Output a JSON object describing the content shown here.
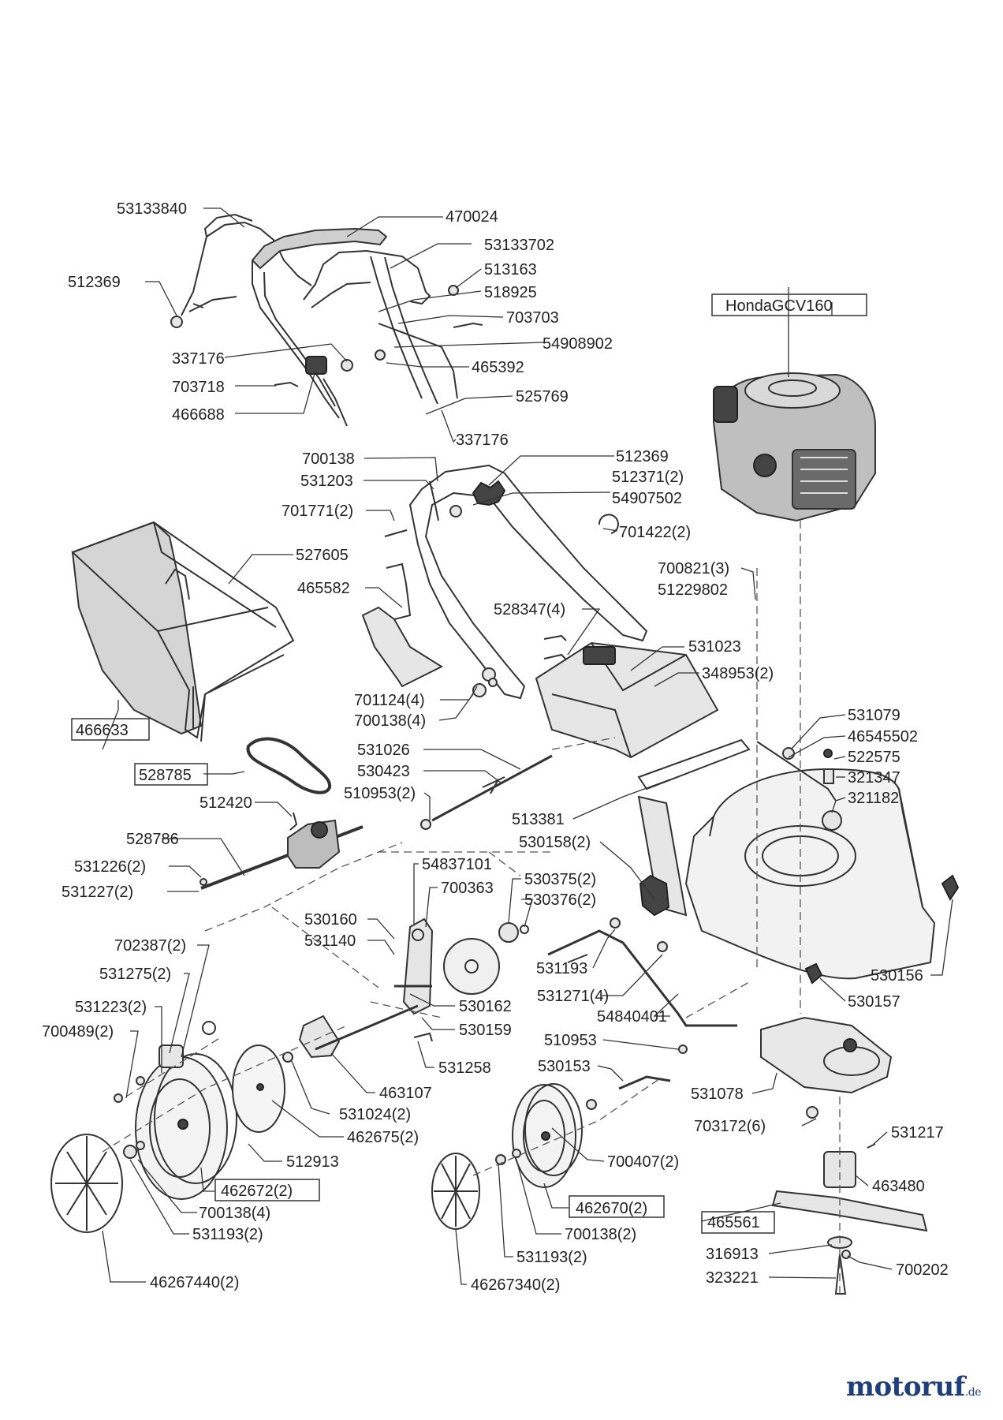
{
  "labels": {
    "l53133840": "53133840",
    "l470024": "470024",
    "l53133702": "53133702",
    "l512369_a": "512369",
    "l513163": "513163",
    "l518925": "518925",
    "l703703": "703703",
    "l54908902": "54908902",
    "l337176_a": "337176",
    "l465392": "465392",
    "l703718": "703718",
    "l525769": "525769",
    "l466688": "466688",
    "l337176_b": "337176",
    "l HondaGCV160": "HondaGCV160",
    "honda": "HondaGCV160",
    "l700138_a": "700138",
    "l512369_b": "512369",
    "l531203": "531203",
    "l512371": "512371(2)",
    "l54907502": "54907502",
    "l701771": "701771(2)",
    "l701422": "701422(2)",
    "l527605": "527605",
    "l465582": "465582",
    "l700821": "700821(3)",
    "l51229802": "51229802",
    "l528347": "528347(4)",
    "l531023": "531023",
    "l348953": "348953(2)",
    "l701124": "701124(4)",
    "l700138_b": "700138(4)",
    "l466633": "466633",
    "l531079": "531079",
    "l46545502": "46545502",
    "l522575": "522575",
    "l321347": "321347",
    "l531026": "531026",
    "l530423": "530423",
    "l510953_a": "510953(2)",
    "l528785": "528785",
    "l321182": "321182",
    "l512420": "512420",
    "l513381": "513381",
    "l530158": "530158(2)",
    "l528786": "528786",
    "l54837101": "54837101",
    "l700363": "700363",
    "l530375": "530375(2)",
    "l531226": "531226(2)",
    "l530376": "530376(2)",
    "l531227": "531227(2)",
    "l530160": "530160",
    "l531140": "531140",
    "l702387": "702387(2)",
    "l531275": "531275(2)",
    "l531193_a": "531193",
    "l530156": "530156",
    "l531271": "531271(4)",
    "l531223": "531223(2)",
    "l530162": "530162",
    "l54840401": "54840401",
    "l530157": "530157",
    "l700489": "700489(2)",
    "l530159": "530159",
    "l510953_b": "510953",
    "l531258": "531258",
    "l530153": "530153",
    "l463107": "463107",
    "l531078": "531078",
    "l531024": "531024(2)",
    "l462675": "462675(2)",
    "l703172": "703172(6)",
    "l531217": "531217",
    "l512913": "512913",
    "l700407": "700407(2)",
    "l462672": "462672(2)",
    "l463480": "463480",
    "l700138_c": "700138(4)",
    "l462670": "462670(2)",
    "l465561": "465561",
    "l531193_b": "531193(2)",
    "l700138_d": "700138(2)",
    "l316913": "316913",
    "l700202": "700202",
    "l531193_c": "531193(2)",
    "l323221": "323221",
    "l46267440": "46267440(2)",
    "l46267340": "46267340(2)"
  },
  "logo": {
    "name": "motoruf",
    "domain": ".de"
  }
}
